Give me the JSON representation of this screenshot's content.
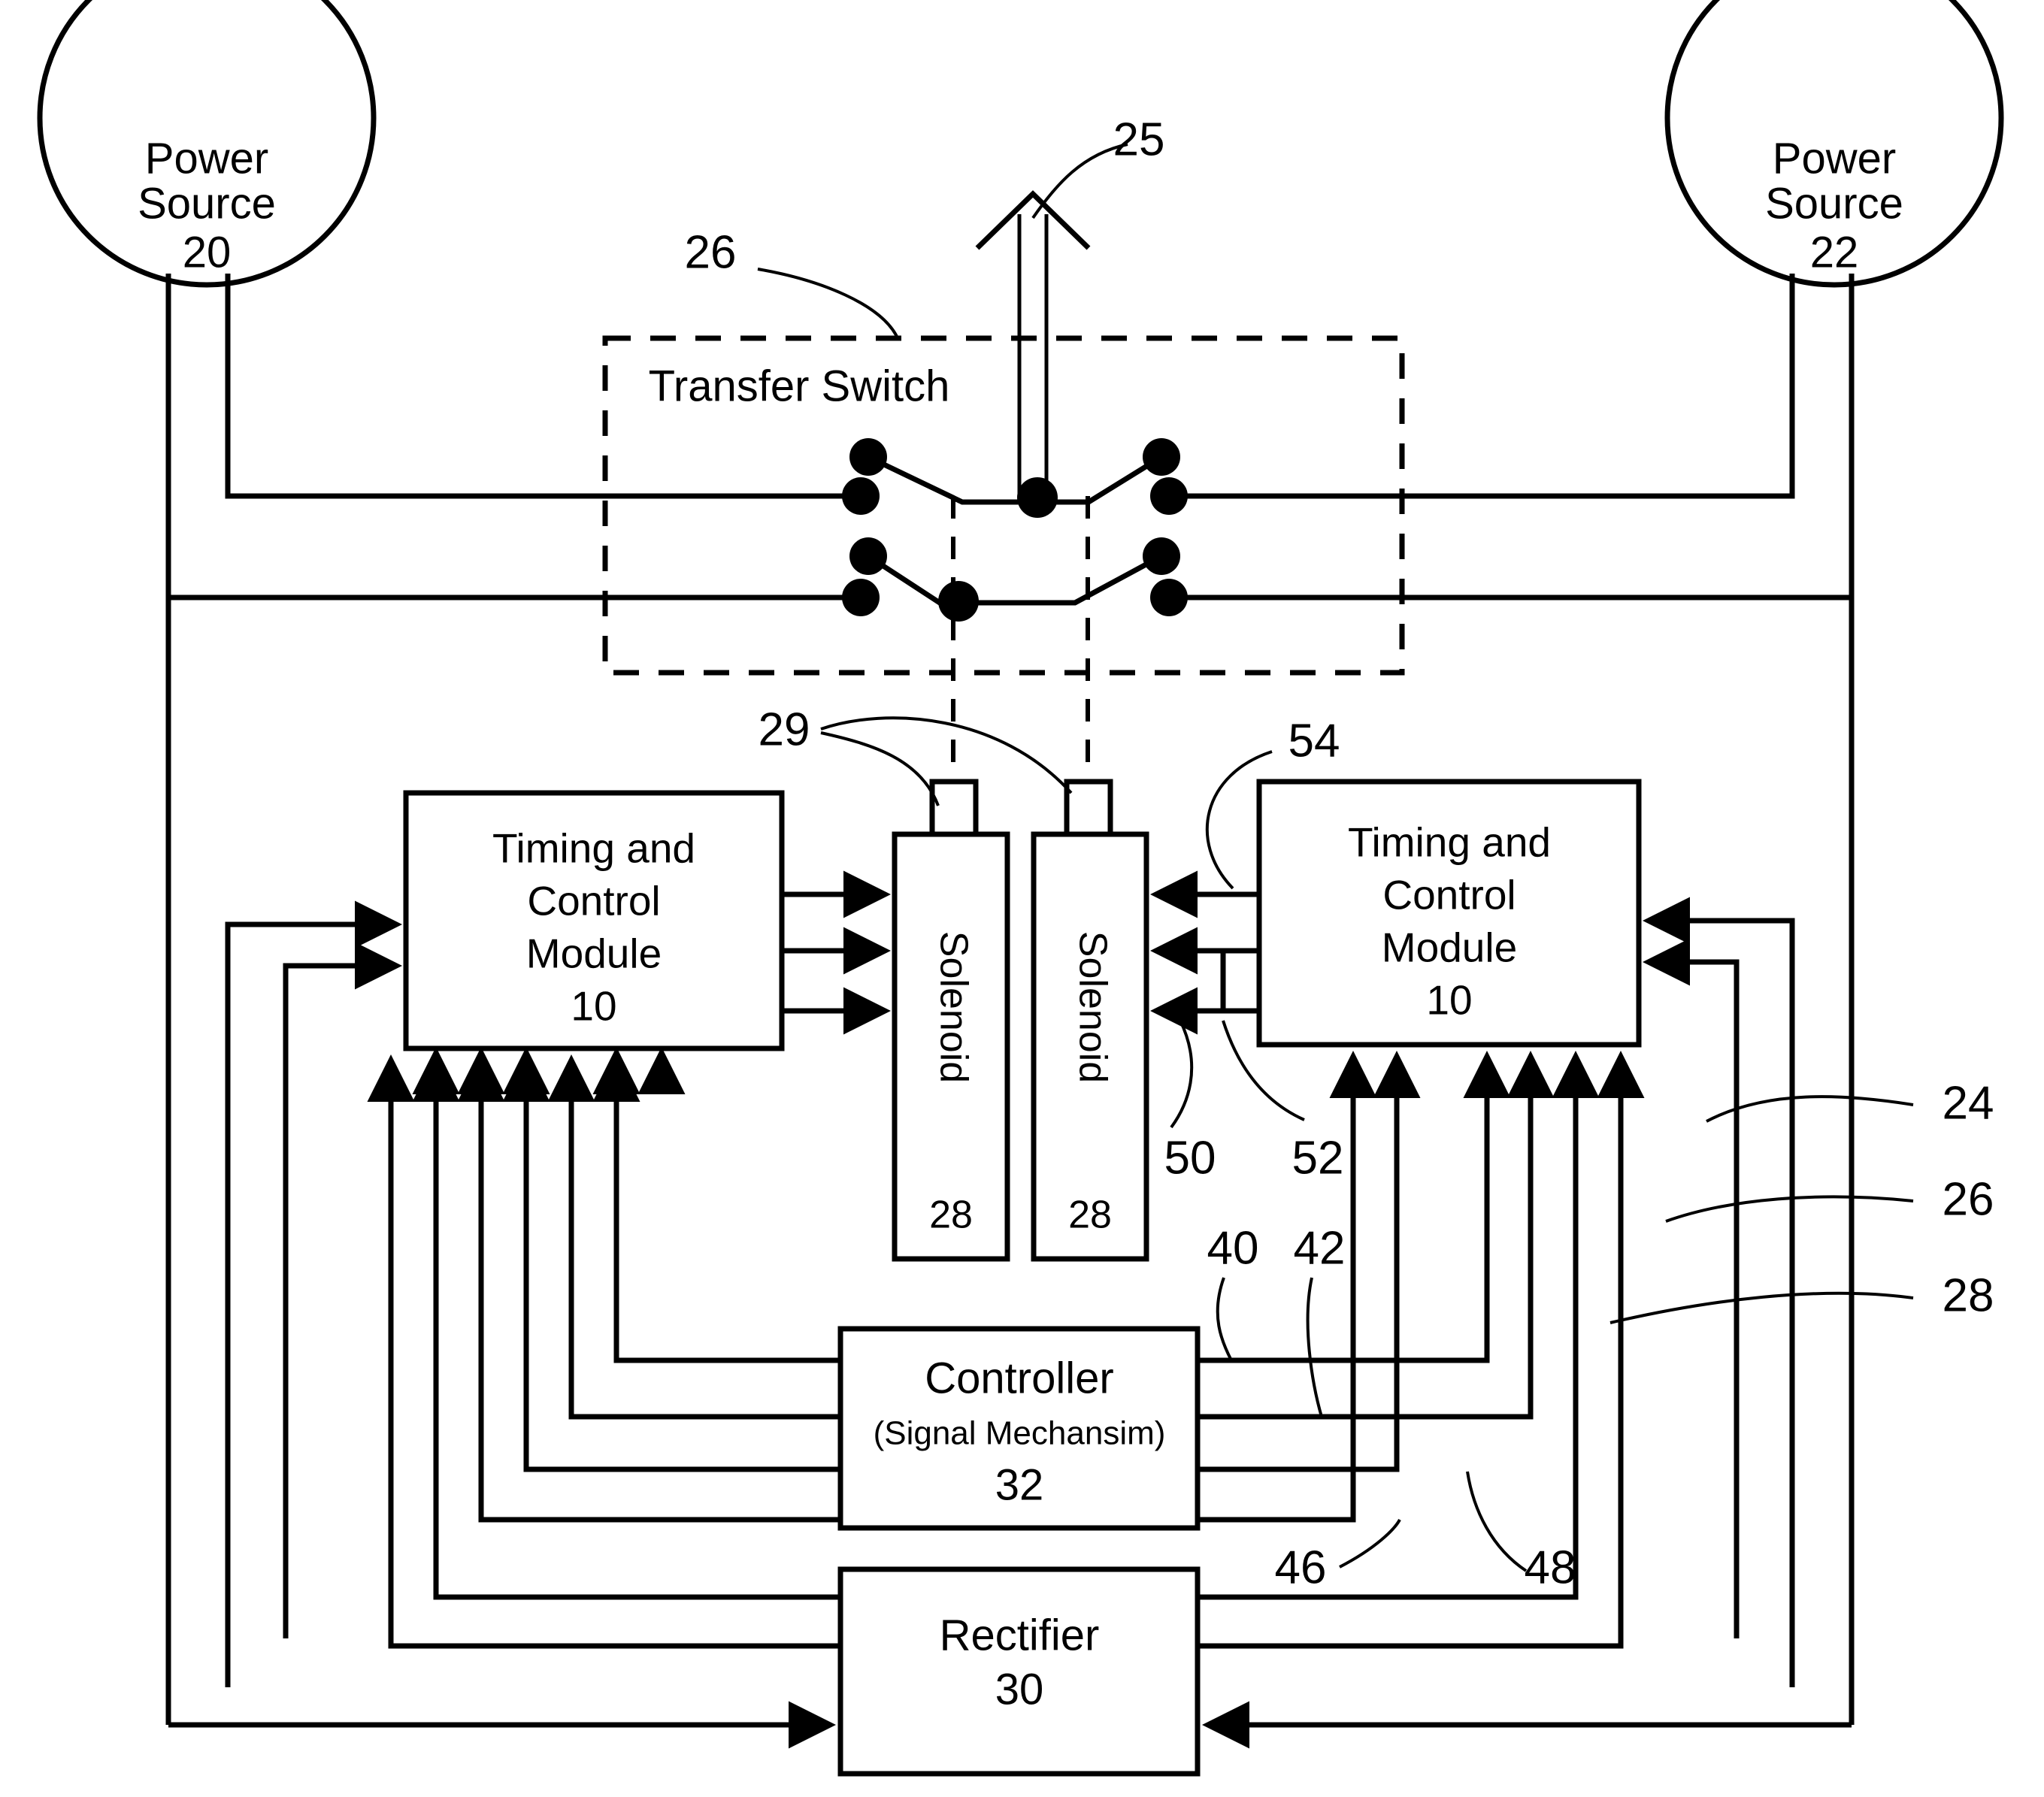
{
  "diagram": {
    "title_ref": "25",
    "power_source_left": {
      "line1": "Power",
      "line2": "Source",
      "ref": "20"
    },
    "power_source_right": {
      "line1": "Power",
      "line2": "Source",
      "ref": "22"
    },
    "transfer_switch": {
      "label": "Transfer Switch",
      "ref": "26"
    },
    "module_left": {
      "line1": "Timing and",
      "line2": "Control",
      "line3": "Module",
      "ref": "10"
    },
    "module_right": {
      "line1": "Timing and",
      "line2": "Control",
      "line3": "Module",
      "ref": "10"
    },
    "solenoid_left": {
      "label": "Solenoid",
      "ref": "28"
    },
    "solenoid_right": {
      "label": "Solenoid",
      "ref": "28"
    },
    "controller": {
      "line1": "Controller",
      "line2": "(Signal Mechansim)",
      "ref": "32"
    },
    "rectifier": {
      "line1": "Rectifier",
      "ref": "30"
    },
    "callouts": {
      "output_arrow": "25",
      "transfer_switch": "26",
      "solenoid_plungers": "29",
      "signal_54": "54",
      "signal_50": "50",
      "signal_52": "52",
      "signal_40": "40",
      "signal_42": "42",
      "signal_46": "46",
      "signal_48": "48",
      "bus_24": "24",
      "bus_26": "26",
      "bus_28": "28"
    }
  }
}
